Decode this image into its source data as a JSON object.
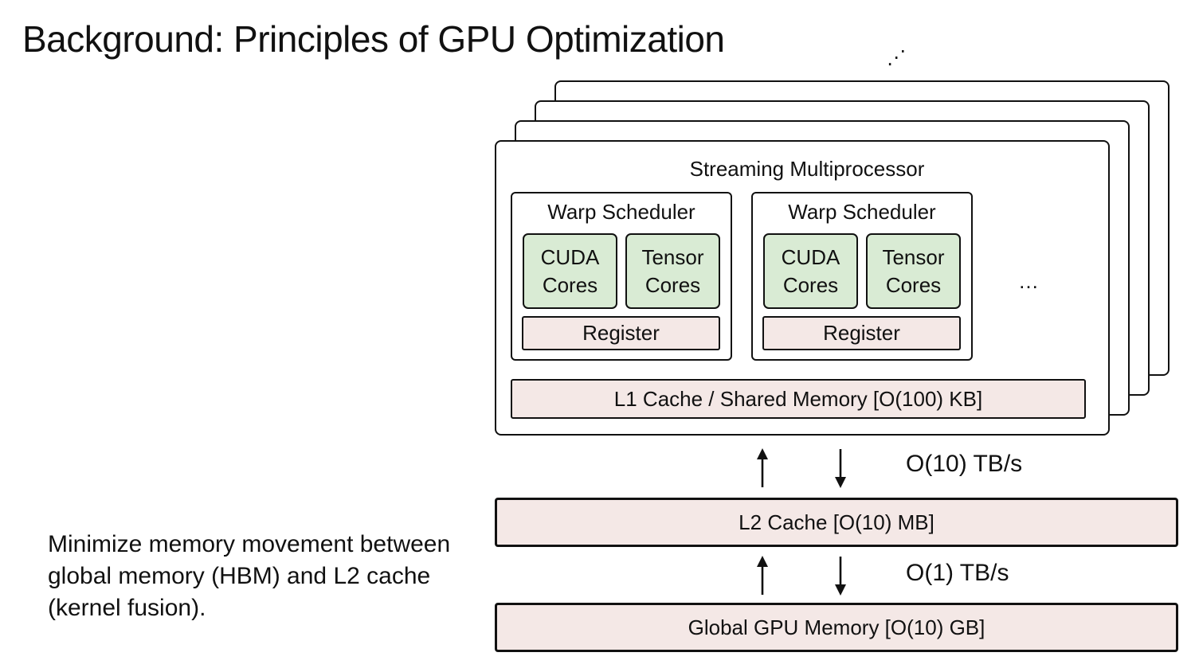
{
  "title": "Background: Principles of GPU Optimization",
  "note": "Minimize memory movement between global memory (HBM) and L2 cache (kernel fusion).",
  "streaming_multiprocessor": {
    "label": "Streaming Multiprocessor",
    "warp_schedulers": [
      {
        "label": "Warp Scheduler",
        "cuda": {
          "line1": "CUDA",
          "line2": "Cores"
        },
        "tensor": {
          "line1": "Tensor",
          "line2": "Cores"
        },
        "register": "Register"
      },
      {
        "label": "Warp Scheduler",
        "cuda": {
          "line1": "CUDA",
          "line2": "Cores"
        },
        "tensor": {
          "line1": "Tensor",
          "line2": "Cores"
        },
        "register": "Register"
      }
    ],
    "more": "…",
    "l1": "L1 Cache / Shared Memory [O(100) KB]"
  },
  "stack_more": "⋰",
  "l2": "L2 Cache [O(10) MB]",
  "global_memory": "Global GPU Memory [O(10) GB]",
  "bandwidth_sm_l2": "O(10) TB/s",
  "bandwidth_l2_global": "O(1) TB/s",
  "colors": {
    "core_fill": "#d9ebd4",
    "memory_fill": "#f4e8e6",
    "stroke": "#111111"
  }
}
